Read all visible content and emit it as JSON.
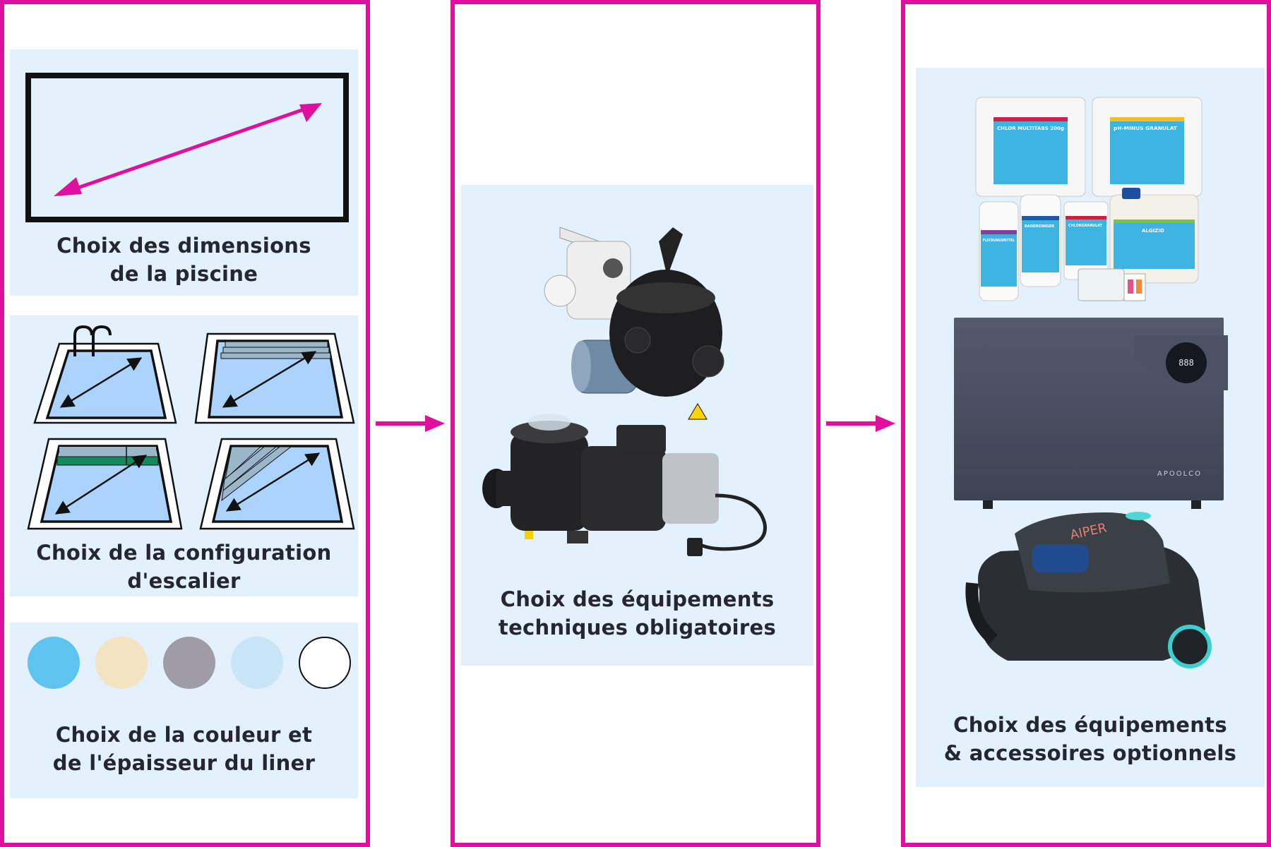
{
  "steps": [
    {
      "cards": [
        {
          "caption_line1": "Choix des dimensions",
          "caption_line2": "de la piscine"
        },
        {
          "caption_line1": "Choix de la configuration",
          "caption_line2": "d'escalier"
        },
        {
          "caption_line1": "Choix de la couleur et",
          "caption_line2": "de l'épaisseur du liner"
        }
      ]
    },
    {
      "cards": [
        {
          "caption_line1": "Choix des équipements",
          "caption_line2": "techniques obligatoires"
        }
      ]
    },
    {
      "cards": [
        {
          "caption_line1": "Choix des équipements",
          "caption_line2": "& accessoires optionnels"
        }
      ]
    }
  ],
  "liner_colors": [
    "#5fc3ef",
    "#f3e3c0",
    "#9f9ca6",
    "#c9e5f8",
    "#ffffff"
  ],
  "products": {
    "chem_labels": [
      "CHLOR MULTITABS 200g",
      "pH-MINUS GRANULAT",
      "FLOCKUNGSMITTEL",
      "RANDREINIGER",
      "CHLORGRANULAT",
      "ALGIZID"
    ],
    "heat_pump_brand": "APOOLCO",
    "heat_pump_display": "888",
    "robot_brand": "AIPER"
  },
  "colors": {
    "accent": "#e0109e",
    "card_bg": "#e2f1fb",
    "text": "#262630"
  }
}
